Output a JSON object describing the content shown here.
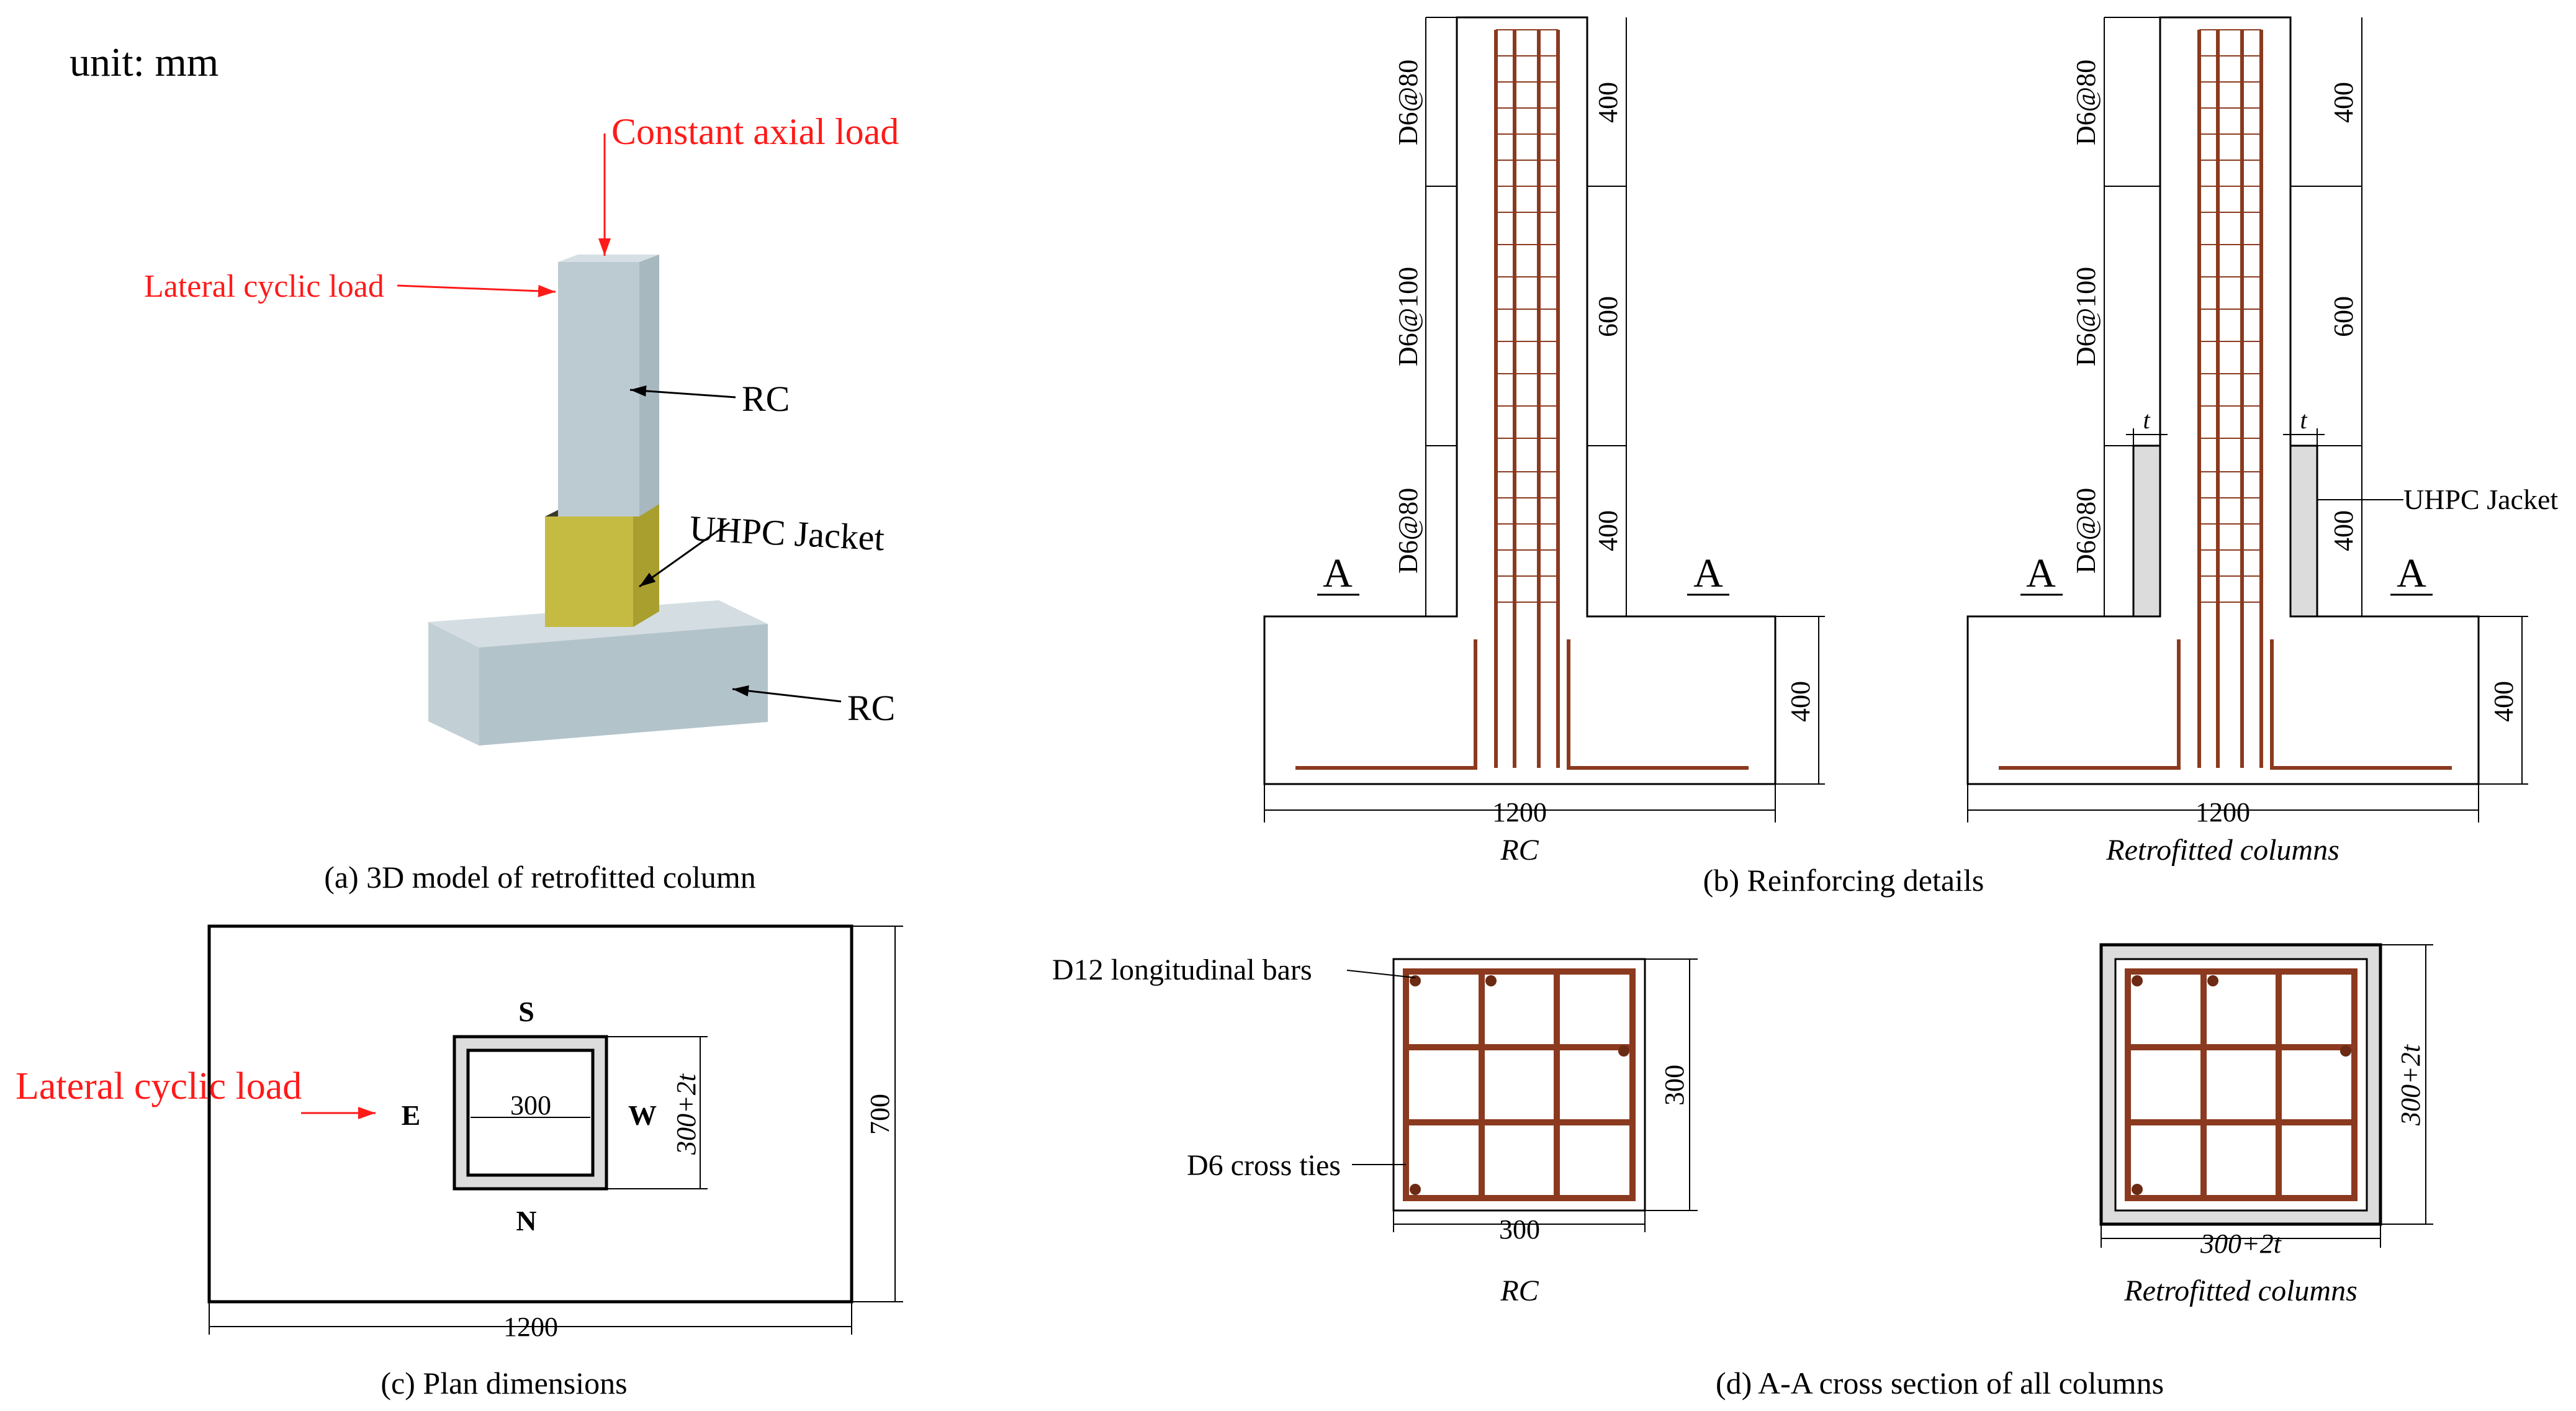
{
  "unit_label": "unit: mm",
  "panel_a": {
    "caption": "(a) 3D model of retrofitted column",
    "constant_axial_load": "Constant axial load",
    "lateral_cyclic_load": "Lateral cyclic load",
    "rc_column": "RC",
    "uhpc_jacket": "UHPC Jacket",
    "rc_footing": "RC",
    "colors": {
      "column": "#b8c8cf",
      "jacket": "#c8bd44",
      "footing": "#bccbd2",
      "annotation": "#ff1a1a"
    }
  },
  "panel_b": {
    "caption": "(b) Reinforcing details",
    "rc_sub": "RC",
    "retro_sub": "Retrofitted columns",
    "stirrup_top": "D6@80",
    "stirrup_mid": "D6@100",
    "stirrup_bot": "D6@80",
    "dim_top": "400",
    "dim_mid": "600",
    "dim_bot": "400",
    "dim_footing_height": "400",
    "dim_footing_width": "1200",
    "section_mark": "A",
    "thickness": "t",
    "uhpc_jacket": "UHPC Jacket"
  },
  "panel_c": {
    "caption": "(c) Plan dimensions",
    "lateral_cyclic_load": "Lateral cyclic load",
    "north": "N",
    "south": "S",
    "east": "E",
    "west": "W",
    "inner_dim": "300",
    "outer_dim": "300+2t",
    "footing_width": "1200",
    "footing_depth": "700"
  },
  "panel_d": {
    "caption": "(d) A-A cross section of all columns",
    "longitudinal_bars": "D12 longitudinal bars",
    "cross_ties": "D6 cross ties",
    "rc_dim_w": "300",
    "rc_dim_h": "300",
    "retro_dim_w": "300+2t",
    "retro_dim_h": "300+2t",
    "rc_sub": "RC",
    "retro_sub": "Retrofitted columns",
    "colors": {
      "rebar": "#8b3a1f",
      "jacket": "#dcdcdc"
    }
  }
}
